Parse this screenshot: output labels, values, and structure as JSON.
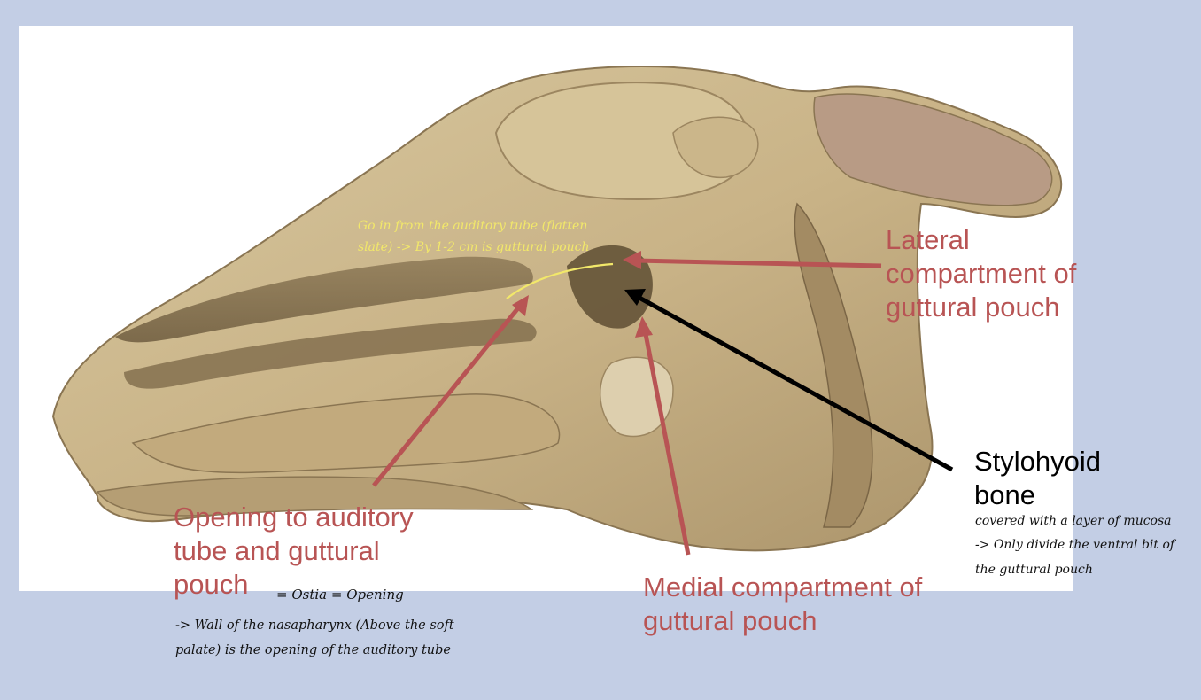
{
  "labels": {
    "lateral": [
      "Lateral",
      "compartment of",
      "guttural pouch"
    ],
    "opening": [
      "Opening to auditory",
      "tube and guttural",
      "pouch"
    ],
    "medial": [
      "Medial compartment of",
      "guttural pouch"
    ],
    "stylohyoid": [
      "Stylohyoid",
      "bone"
    ]
  },
  "notes": {
    "yellow": [
      "Go in from the auditory tube (flatten",
      "slate) -> By 1-2 cm is guttural pouch"
    ],
    "ostia": "= Ostia = Opening",
    "opening_detail": [
      "-> Wall of the nasapharynx (Above the soft",
      "palate) is the opening of the auditory tube"
    ],
    "stylohyoid_detail": [
      "covered with a layer of mucosa",
      "-> Only divide the ventral bit of",
      "the guttural pouch"
    ]
  },
  "colors": {
    "background": "#c3cee5",
    "label_red": "#b85454",
    "arrow_red": "#b85454",
    "arrow_black": "#000000",
    "yellow": "#f2e86a"
  }
}
